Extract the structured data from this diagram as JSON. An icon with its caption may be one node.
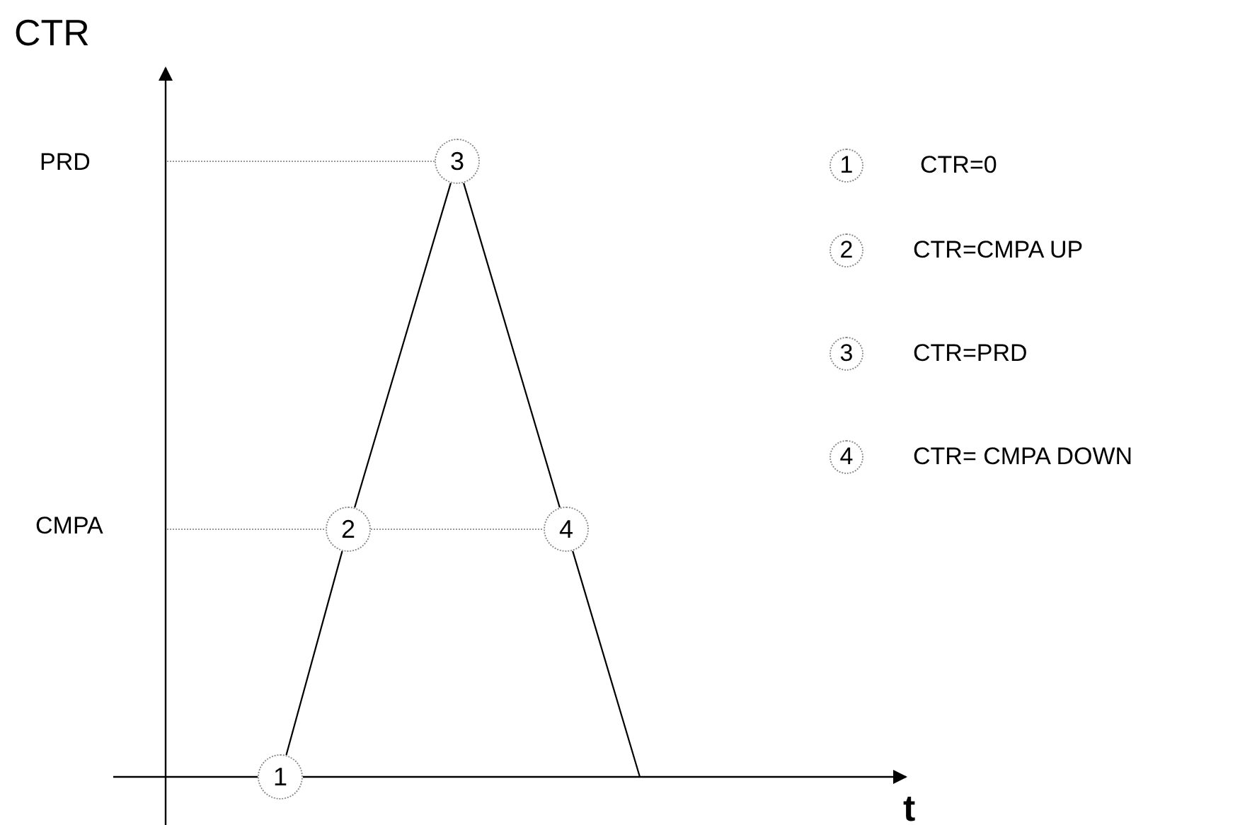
{
  "diagram": {
    "nodes": [
      {
        "text": [
          "1"
        ]
      },
      {
        "text": [
          "2"
        ]
      },
      {
        "text": [
          "3"
        ]
      },
      {
        "text": [
          "4"
        ]
      },
      {
        "text": [
          "1"
        ],
        "beside": [
          "CTR=0"
        ]
      },
      {
        "text": [
          "2"
        ],
        "beside": [
          "CTR=CMPA UP"
        ]
      },
      {
        "text": [
          "3"
        ],
        "beside": [
          "CTR=PRD"
        ]
      },
      {
        "text": [
          "4"
        ],
        "beside": [
          "CTR= CMPA DOWN"
        ]
      }
    ],
    "edges": [
      {
        "from": 0,
        "to": 1,
        "arrow": "none"
      },
      {
        "from": 1,
        "to": 2,
        "arrow": "none"
      },
      {
        "from": 2,
        "to": 3,
        "arrow": "none"
      },
      {
        "from": 3,
        "to": null,
        "arrow": "none"
      },
      {
        "from": 1,
        "to": 3,
        "arrow": "none",
        "style": "dashed",
        "color": "#999999"
      }
    ],
    "labels": [
      "CTR",
      "PRD",
      "CMPA",
      "t"
    ]
  }
}
